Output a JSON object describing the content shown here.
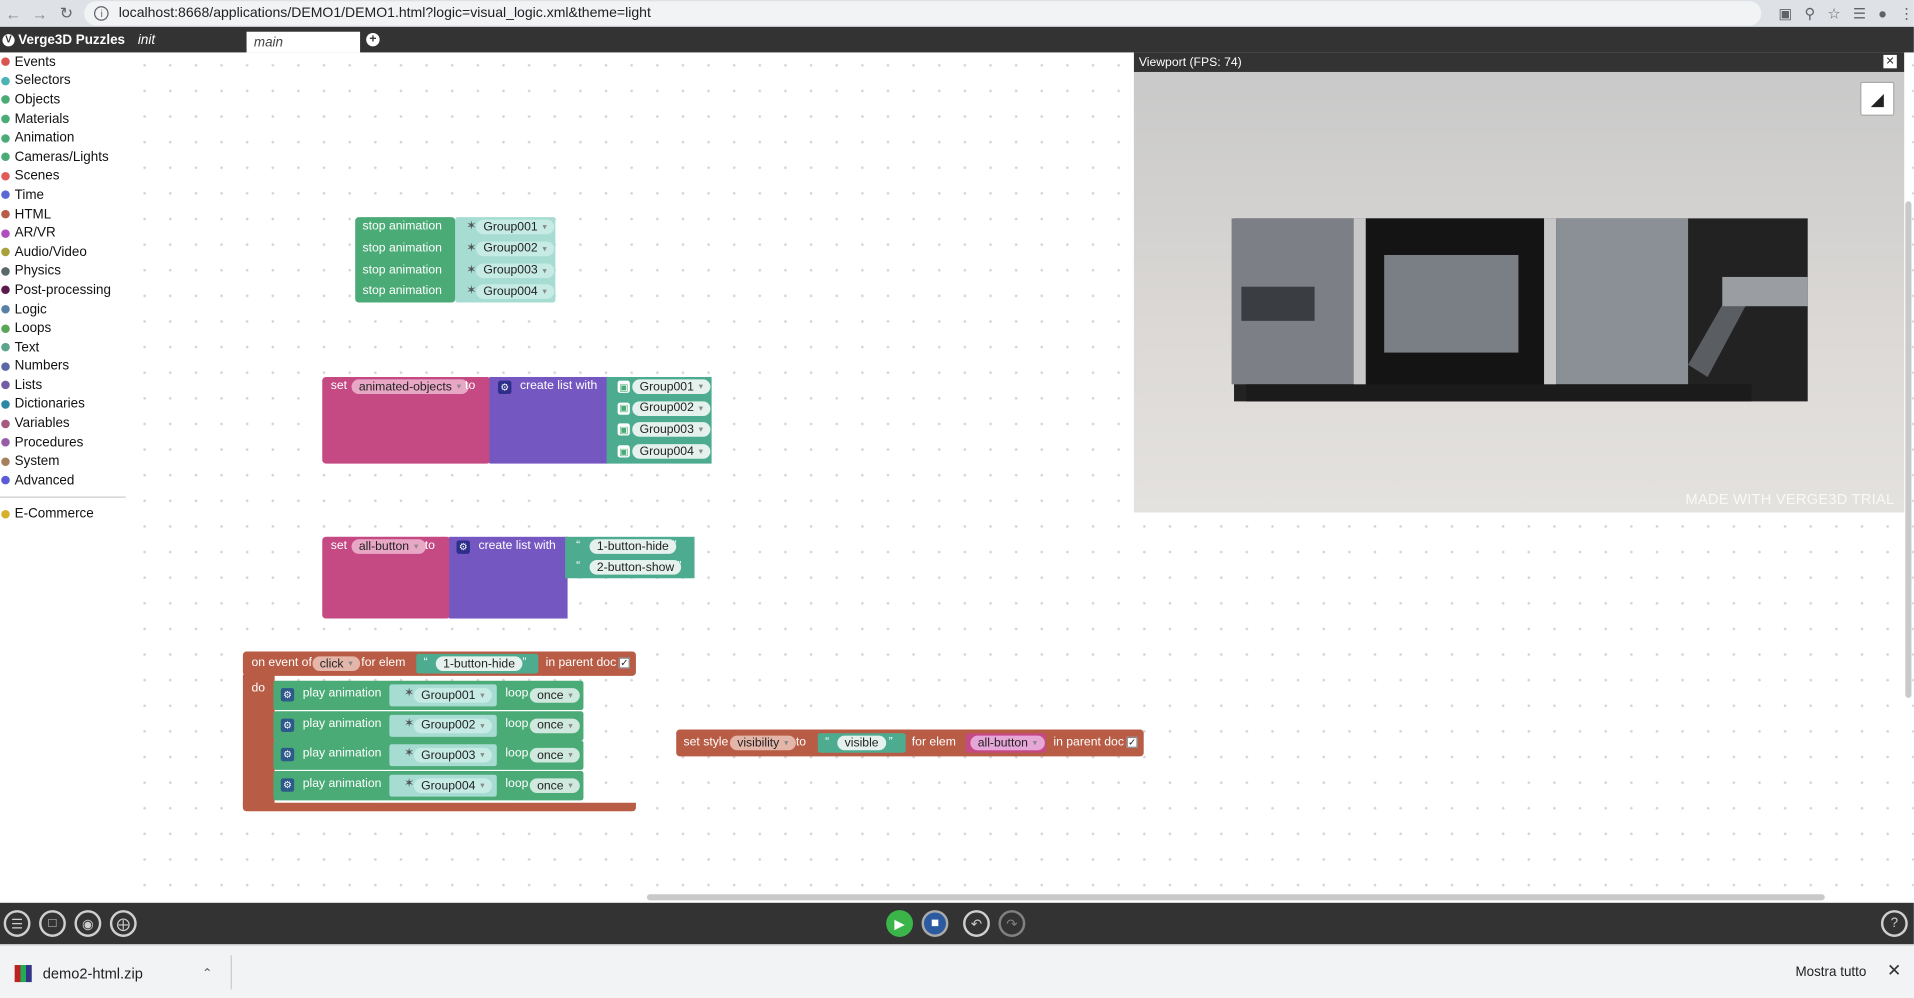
{
  "browser": {
    "url": "localhost:8668/applications/DEMO1/DEMO1.html?logic=visual_logic.xml&theme=light"
  },
  "app": {
    "title": "Verge3D Puzzles",
    "tabs": [
      {
        "label": "init"
      },
      {
        "label": "main"
      }
    ],
    "add_tab_icon": "plus-icon"
  },
  "toolbox": {
    "categories": [
      {
        "label": "Events",
        "color": "#d9534f"
      },
      {
        "label": "Selectors",
        "color": "#4bb3b3"
      },
      {
        "label": "Objects",
        "color": "#4bab76"
      },
      {
        "label": "Materials",
        "color": "#4bab76"
      },
      {
        "label": "Animation",
        "color": "#4bab76"
      },
      {
        "label": "Cameras/Lights",
        "color": "#4bab76"
      },
      {
        "label": "Scenes",
        "color": "#e05a5a"
      },
      {
        "label": "Time",
        "color": "#5b67d6"
      },
      {
        "label": "HTML",
        "color": "#b85c45"
      },
      {
        "label": "AR/VR",
        "color": "#b04bc0"
      },
      {
        "label": "Audio/Video",
        "color": "#a8a03a"
      },
      {
        "label": "Physics",
        "color": "#5a6a6a"
      },
      {
        "label": "Post-processing",
        "color": "#5a1a4a"
      },
      {
        "label": "Logic",
        "color": "#5b80a5"
      },
      {
        "label": "Loops",
        "color": "#5ba55b"
      },
      {
        "label": "Text",
        "color": "#5ba58c"
      },
      {
        "label": "Numbers",
        "color": "#5b67a5"
      },
      {
        "label": "Lists",
        "color": "#745ba5"
      },
      {
        "label": "Dictionaries",
        "color": "#2a8aa5"
      },
      {
        "label": "Variables",
        "color": "#a55b80"
      },
      {
        "label": "Procedures",
        "color": "#995ba5"
      },
      {
        "label": "System",
        "color": "#a5805b"
      },
      {
        "label": "Advanced",
        "color": "#5b5bd6"
      }
    ],
    "extra": [
      {
        "label": "E-Commerce",
        "color": "#d6b02a"
      }
    ]
  },
  "blocks": {
    "stop": {
      "label": "stop animation",
      "items": [
        "Group001",
        "Group002",
        "Group003",
        "Group004"
      ]
    },
    "set1": {
      "set": "set",
      "var": "animated-objects",
      "to": "to",
      "create": "create list with",
      "items": [
        "Group001",
        "Group002",
        "Group003",
        "Group004"
      ]
    },
    "set2": {
      "set": "set",
      "var": "all-button",
      "to": "to",
      "create": "create list with",
      "items": [
        "1-button-hide",
        "2-button-show"
      ]
    },
    "event": {
      "on": "on event of",
      "event": "click",
      "for": "for elem",
      "elem": "1-button-hide",
      "parent": "in parent doc",
      "do": "do",
      "play": "play animation",
      "loop": "loop",
      "loop_val": "once",
      "items": [
        "Group001",
        "Group002",
        "Group003",
        "Group004"
      ]
    },
    "style": {
      "label": "set style",
      "prop": "visibility",
      "to": "to",
      "value": "visible",
      "for": "for elem",
      "elem": "all-button",
      "parent": "in parent doc"
    },
    "quote_open": "“",
    "quote_close": "”"
  },
  "viewport": {
    "title": "Viewport (FPS: 74)",
    "watermark": "MADE WITH VERGE3D TRIAL"
  },
  "downloads": {
    "file": "demo2-html.zip",
    "show_all": "Mostra tutto"
  }
}
